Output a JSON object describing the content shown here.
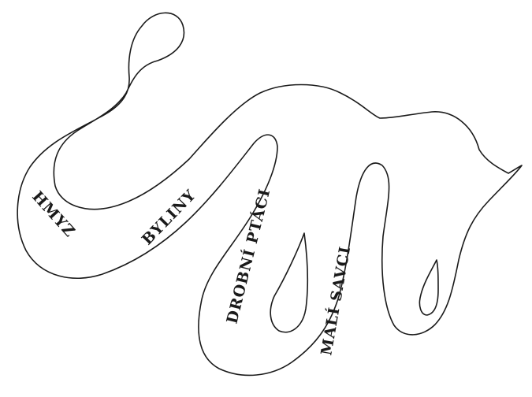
{
  "diagram": {
    "labels": {
      "hmyz": "HMYZ",
      "byliny": "BYLINY",
      "drobni_ptaci": "DROBNÍ PTÁCI",
      "mali_savci": "MALÍ SAVCI"
    }
  }
}
